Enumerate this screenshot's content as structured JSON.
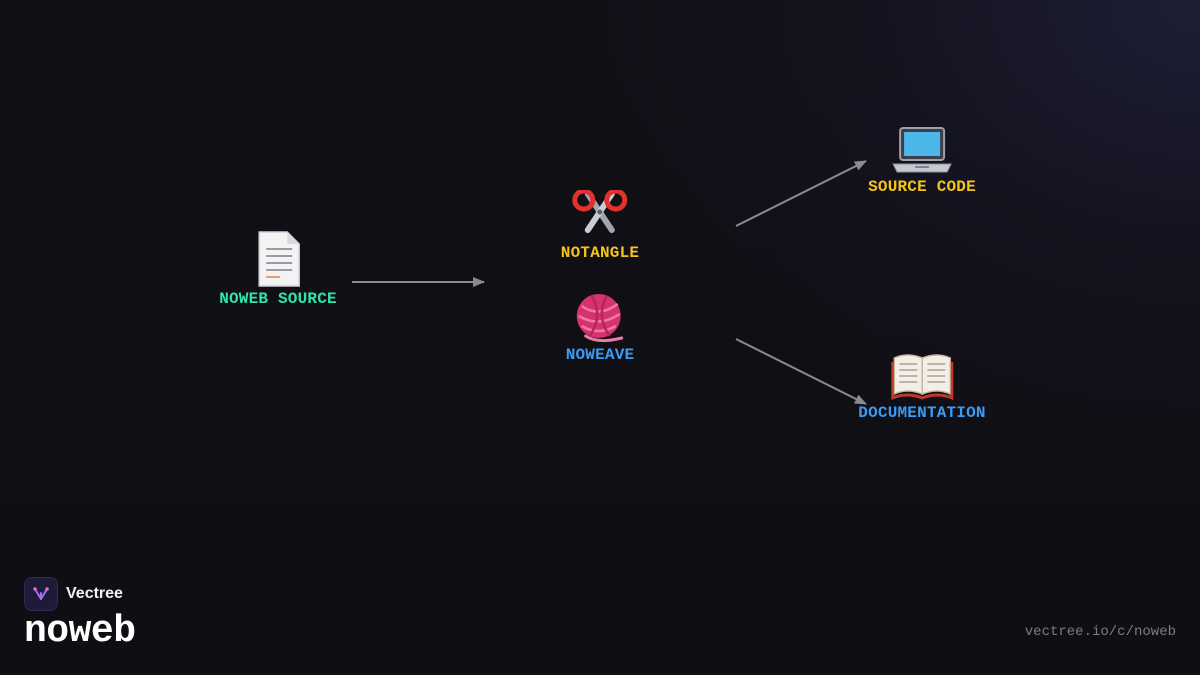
{
  "diagram": {
    "nodes": [
      {
        "id": "noweb-source",
        "label": "NOWEB SOURCE",
        "icon": "document-icon",
        "color": "#2ee6a8"
      },
      {
        "id": "notangle",
        "label": "NOTANGLE",
        "icon": "scissors-icon",
        "color": "#f5c518"
      },
      {
        "id": "noweave",
        "label": "NOWEAVE",
        "icon": "yarn-icon",
        "color": "#3b9cf5"
      },
      {
        "id": "source-code",
        "label": "SOURCE CODE",
        "icon": "laptop-icon",
        "color": "#f5c518"
      },
      {
        "id": "documentation",
        "label": "DOCUMENTATION",
        "icon": "book-icon",
        "color": "#3b9cf5"
      }
    ],
    "edges": [
      {
        "from": "noweb-source",
        "to": "notangle-noweave"
      },
      {
        "from": "notangle",
        "to": "source-code"
      },
      {
        "from": "noweave",
        "to": "documentation"
      }
    ],
    "arrow_color": "#8a8a90"
  },
  "brand": {
    "name": "Vectree",
    "logo_icon": "vectree-logo-icon"
  },
  "page_title": "noweb",
  "url": "vectree.io/c/noweb"
}
